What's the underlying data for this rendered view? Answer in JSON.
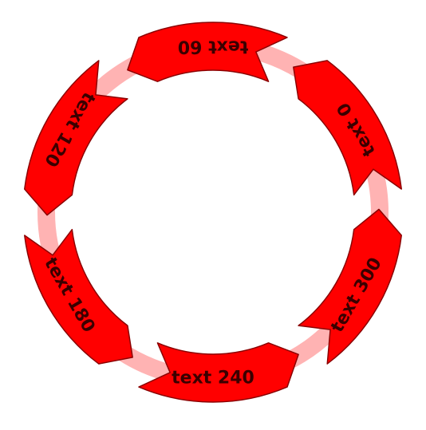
{
  "diagram": {
    "type": "cycle",
    "colors": {
      "segment_fill": "#ff0000",
      "segment_stroke": "#8b0000",
      "ring_track": "#ffb3b3",
      "label_text": "#3a0000",
      "background": "#ffffff"
    },
    "segments": [
      {
        "label": "text 0"
      },
      {
        "label": "text 60"
      },
      {
        "label": "text 120"
      },
      {
        "label": "text 180"
      },
      {
        "label": "text 240"
      },
      {
        "label": "text 300"
      }
    ]
  }
}
